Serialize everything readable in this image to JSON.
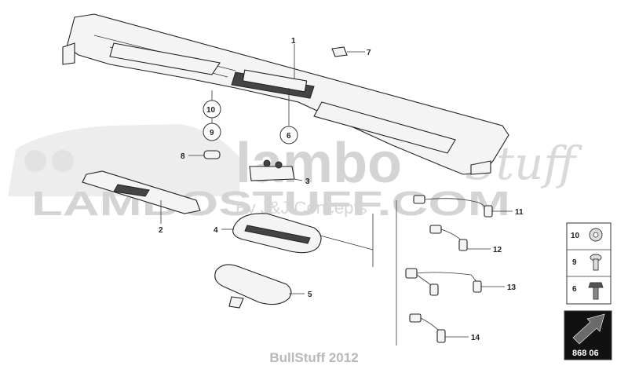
{
  "watermark": {
    "brand": "lambo",
    "brand_script": "Stuff",
    "domain": "LAMBOSTUFF.COM",
    "tagline": "By J&J Concepts"
  },
  "callouts": {
    "c1": "1",
    "c2": "2",
    "c3": "3",
    "c4": "4",
    "c5": "5",
    "c6": "6",
    "c7": "7",
    "c8": "8",
    "c9": "9",
    "c10": "10",
    "c11": "11",
    "c12": "12",
    "c13": "13",
    "c14": "14"
  },
  "legend": {
    "items": [
      "10",
      "9",
      "6"
    ]
  },
  "badge": {
    "code": "868 06"
  },
  "footer": {
    "text": "BullStuff 2012"
  }
}
